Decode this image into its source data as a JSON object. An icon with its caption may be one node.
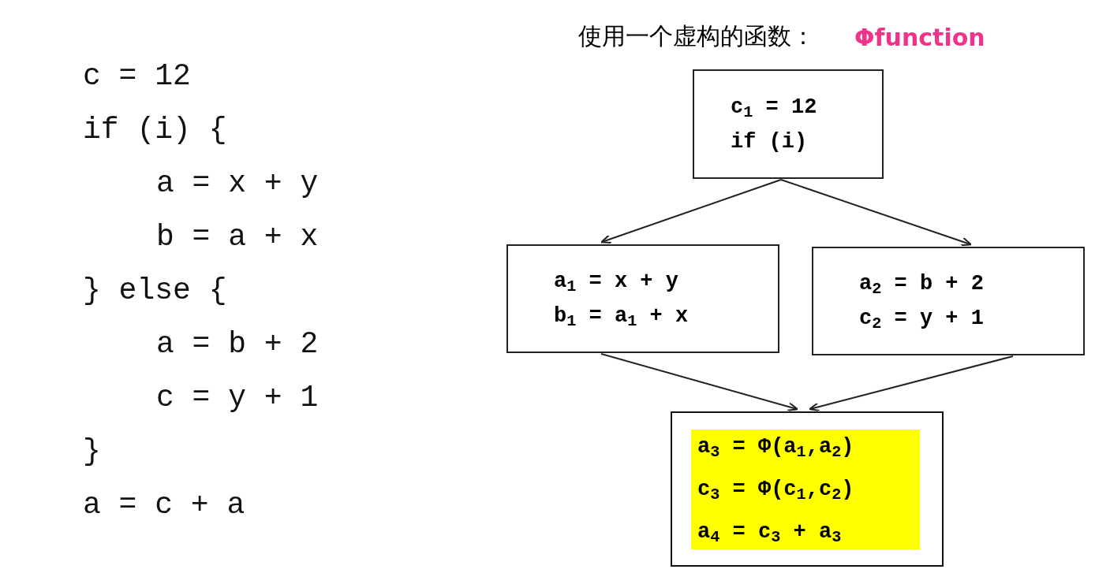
{
  "diagram": {
    "title": "使用一个虚构的函数：",
    "nodes": [
      {
        "text": [
          "c$_{1}$ = 12",
          "if (i)"
        ]
      },
      {
        "text": [
          "a$_{1}$ = x + y",
          "b$_{1}$ = a$_{1}$ + x"
        ]
      },
      {
        "text": [
          "a$_{2}$ = b + 2",
          "c$_{2}$ = y + 1"
        ]
      },
      {
        "text": [],
        "shape": "box"
      },
      {
        "text": [
          "a$_{3}$ = Φ(a$_{1}$,a$_{2}$)",
          "c$_{3}$ = Φ(c$_{1}$,c$_{2}$)",
          "a$_{4}$ = c$_{3}$ + a$_{3}$"
        ],
        "in": 3
      }
    ],
    "edges": [
      {
        "from": 0,
        "to": 1,
        "arrow": "to"
      },
      {
        "from": 0,
        "to": 2,
        "arrow": "to"
      },
      {
        "from": 1,
        "to": 3,
        "arrow": "to"
      },
      {
        "from": 2,
        "to": 3,
        "arrow": "to"
      }
    ],
    "labels": [
      "Φfunction",
      "c = 12",
      "if (i) {",
      "a = x + y",
      "b = a + x",
      "} else {",
      "a = b + 2",
      "c = y + 1",
      "}",
      "a = c + a"
    ]
  }
}
